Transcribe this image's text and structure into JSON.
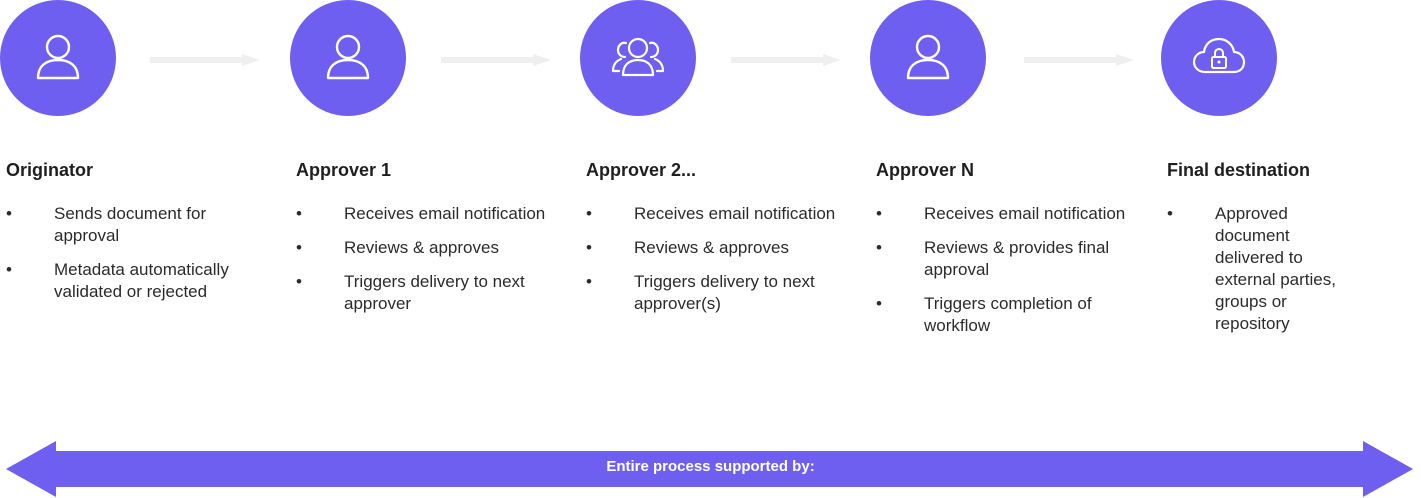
{
  "colors": {
    "accent": "#6e5ff0",
    "connector": "#efefef",
    "text": "#222222"
  },
  "stages": [
    {
      "title": "Originator",
      "icon": "person-icon",
      "bullets": [
        "Sends document for approval",
        "Metadata automatically validated or rejected"
      ]
    },
    {
      "title": "Approver 1",
      "icon": "person-icon",
      "bullets": [
        "Receives email notification",
        "Reviews & approves",
        "Triggers delivery to next approver"
      ]
    },
    {
      "title": "Approver 2...",
      "icon": "group-icon",
      "bullets": [
        "Receives email notification",
        "Reviews & approves",
        "Triggers delivery to next approver(s)"
      ]
    },
    {
      "title": "Approver N",
      "icon": "person-icon",
      "bullets": [
        "Receives email notification",
        "Reviews & provides final approval",
        "Triggers completion of workflow"
      ]
    },
    {
      "title": "Final destination",
      "icon": "cloud-lock-icon",
      "bullets": [
        "Approved document delivered to external parties, groups or repository"
      ]
    }
  ],
  "bullet_glyph": "•",
  "footer": {
    "label": "Entire process supported by:"
  }
}
